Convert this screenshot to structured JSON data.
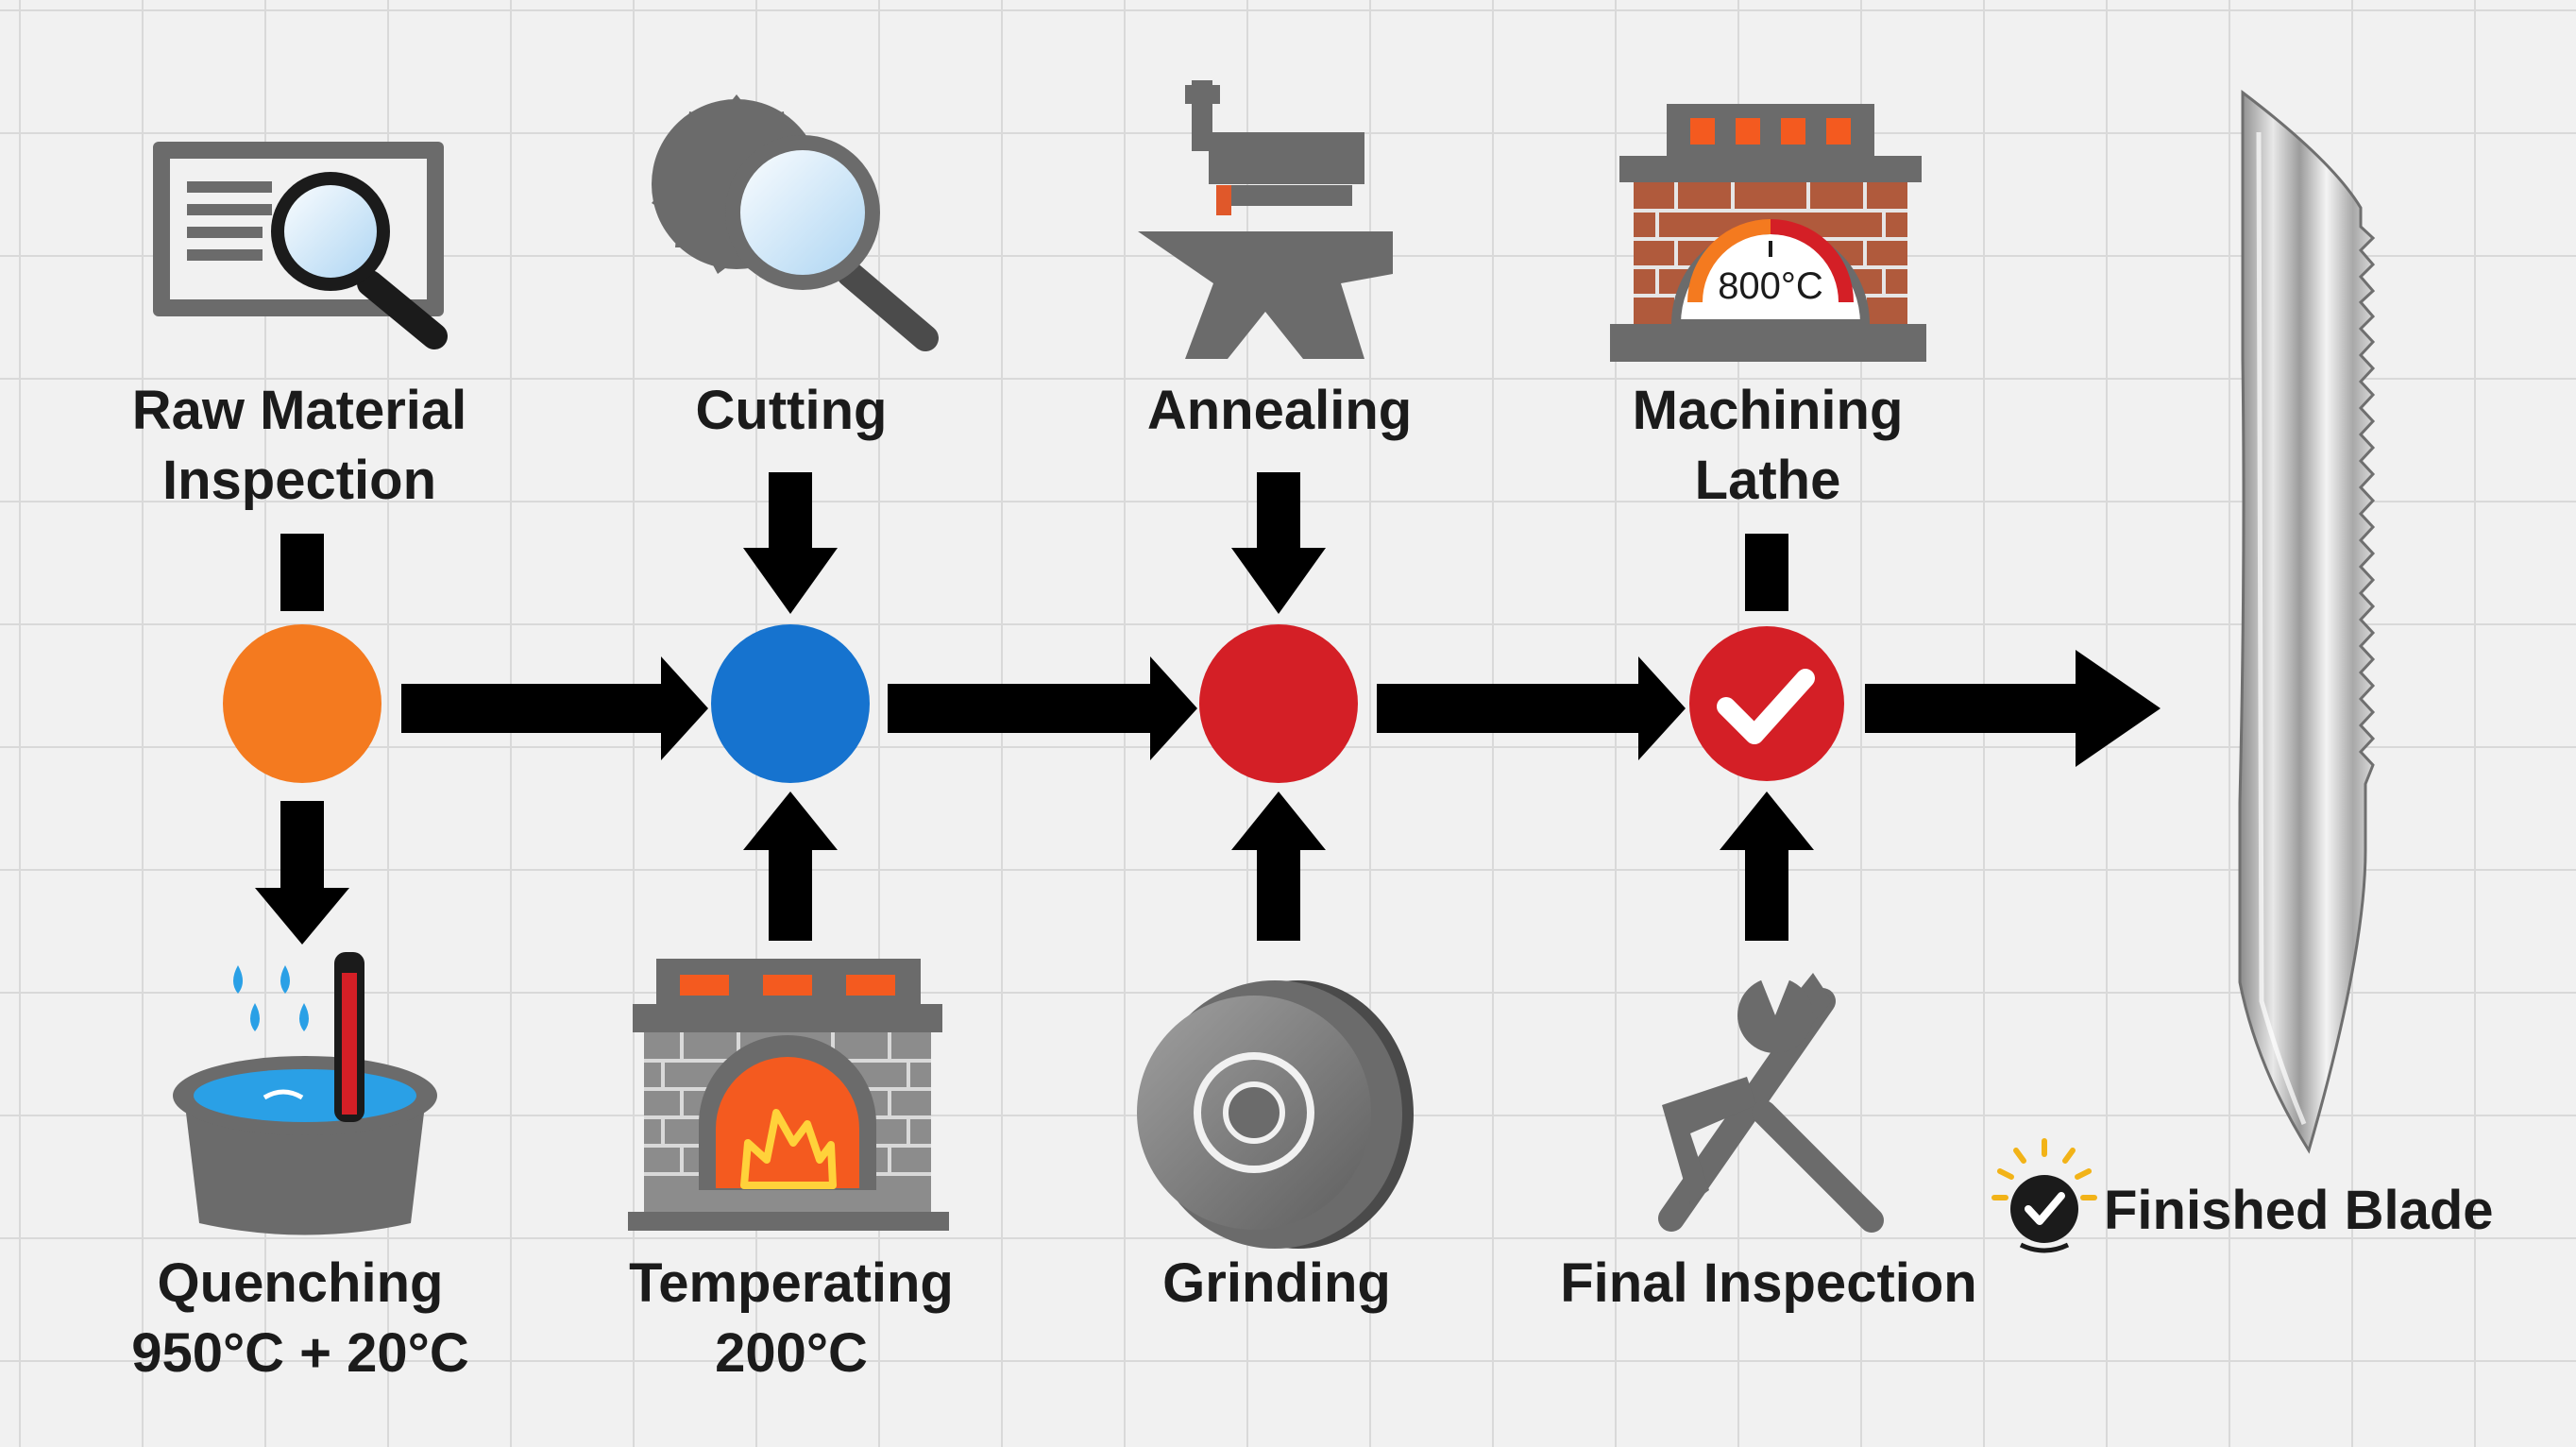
{
  "colors": {
    "node_orange": "#f47a1f",
    "node_blue": "#1673cf",
    "node_red": "#d41f26",
    "node_check": "#d41f26",
    "arrow": "#000000",
    "icon_gray": "#6b6b6b",
    "fire": "#f45a1f",
    "water": "#2aa0e6"
  },
  "steps": [
    {
      "line1": "Raw Material",
      "line2": "Inspection",
      "icon": "document-magnifier-icon"
    },
    {
      "line1": "Cutting",
      "line2": "",
      "icon": "saw-blade-magnifier-icon"
    },
    {
      "line1": "Annealing",
      "line2": "",
      "icon": "anvil-vise-icon"
    },
    {
      "line1": "Machining",
      "line2": "Lathe",
      "icon": "furnace-gauge-icon",
      "gauge_text": "800°C"
    },
    {
      "line1": "Quenching",
      "line2": "950°C + 20°C",
      "icon": "water-bath-thermometer-icon"
    },
    {
      "line1": "Temperating",
      "line2": "200°C",
      "icon": "brick-furnace-fire-icon"
    },
    {
      "line1": "Grinding",
      "line2": "",
      "icon": "grinding-wheel-icon"
    },
    {
      "line1": "Final Inspection",
      "line2": "",
      "icon": "caliper-wrench-icon"
    }
  ],
  "nodes": [
    {
      "name": "orange-node"
    },
    {
      "name": "blue-node"
    },
    {
      "name": "red-node"
    },
    {
      "name": "check-node",
      "icon": "checkmark-icon"
    }
  ],
  "output": {
    "label": "Finished Blade",
    "icon": "check-badge-icon",
    "image": "serrated-blade-icon"
  }
}
